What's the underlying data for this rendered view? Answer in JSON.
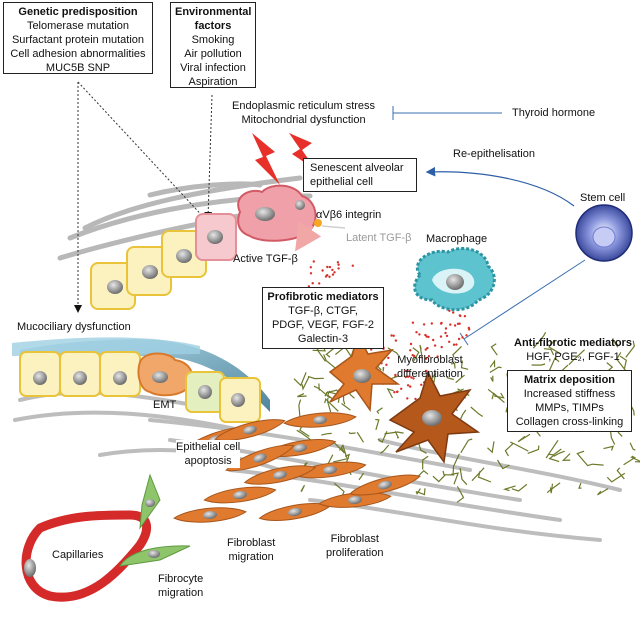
{
  "genetic": {
    "title": "Genetic predisposition",
    "items": [
      "Telomerase mutation",
      "Surfactant protein mutation",
      "Cell adhesion abnormalities",
      "MUC5B SNP"
    ]
  },
  "environmental": {
    "title": "Environmental factors",
    "title_lines": [
      "Environmental",
      "factors"
    ],
    "items": [
      "Smoking",
      "Air pollution",
      "Viral infection",
      "Aspiration"
    ]
  },
  "er_stress": [
    "Endoplasmic reticulum stress",
    "Mitochondrial dysfunction"
  ],
  "thyroid": "Thyroid hormone",
  "re_epithelisation": "Re-epithelisation",
  "senescent": [
    "Senescent alveolar",
    "epithelial cell"
  ],
  "stem_cell": "Stem cell",
  "integrin": "αVβ6 integrin",
  "latent_tgf": "Latent TGF-β",
  "active_tgf": "Active TGF-β",
  "macrophage": "Macrophage",
  "profibrotic": {
    "title": "Profibrotic mediators",
    "items": [
      "TGF-β, CTGF,",
      "PDGF, VEGF, FGF-2",
      "Galectin-3"
    ]
  },
  "mucociliary": "Mucociliary dysfunction",
  "emt": "EMT",
  "myofibroblast": [
    "Myofibroblast",
    "differentiation"
  ],
  "antifibrotic": {
    "title": "Anti-fibrotic mediators",
    "items": [
      "HGF, PGE₂, FGF-1"
    ]
  },
  "matrix": {
    "title": "Matrix deposition",
    "items": [
      "Increased stiffness",
      "MMPs, TIMPs",
      "Collagen cross-linking"
    ]
  },
  "apoptosis": [
    "Epithelial cell",
    "apoptosis"
  ],
  "capillaries": "Capillaries",
  "fibroblast_migration": [
    "Fibroblast",
    "migration"
  ],
  "fibroblast_proliferation": [
    "Fibroblast",
    "proliferation"
  ],
  "fibrocyte_migration": [
    "Fibrocyte",
    "migration"
  ],
  "colors": {
    "epithelial_fill": "#fbf2bf",
    "epithelial_stroke": "#e9c33a",
    "senescent_fill": "#f0a0a8",
    "lightning": "#e8302a",
    "tgf_dots": "#d8312a",
    "macrophage": "#5dc3cf",
    "stem_cell": "#3f4fa6",
    "fibroblast": "#e07a2e",
    "myofibroblast": "#b5581c",
    "collagen": "#6b7a2a",
    "fibres": "#b8b8b8",
    "capillary": "#d42a2a",
    "fibrocyte": "#8ec46a",
    "mucus": "#4f8fa8",
    "inhibit_line": "#3a6fb0"
  }
}
